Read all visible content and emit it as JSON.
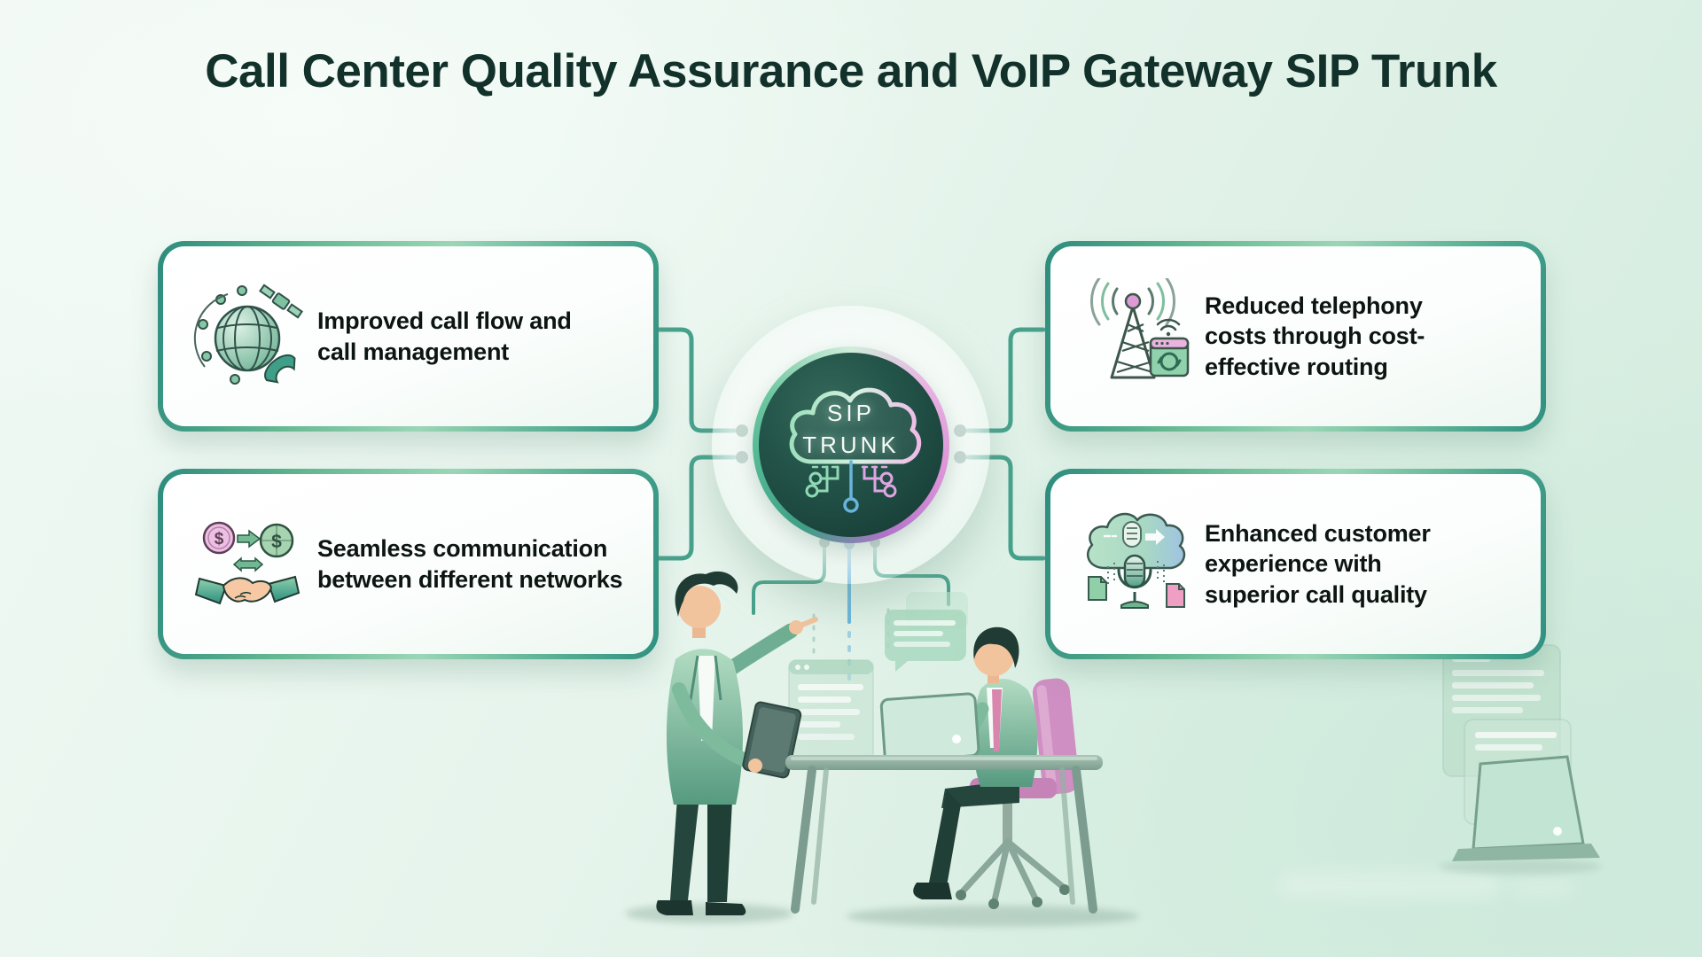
{
  "title": "Call Center Quality Assurance and VoIP Gateway SIP Trunk",
  "hub": {
    "line1": "SIP",
    "line2": "TRUNK"
  },
  "cards": [
    {
      "position": "top-left",
      "icon": "globe-satellite-phone-icon",
      "text": "Improved call flow and\ncall management"
    },
    {
      "position": "bottom-left",
      "icon": "currency-exchange-handshake-icon",
      "text": "Seamless communication\nbetween different networks"
    },
    {
      "position": "top-right",
      "icon": "signal-tower-router-icon",
      "text": "Reduced telephony\ncosts through cost-\neffective routing"
    },
    {
      "position": "bottom-right",
      "icon": "cloud-microphone-files-icon",
      "text": "Enhanced customer\nexperience with\nsuperior call quality"
    }
  ],
  "colors": {
    "background_light": "#f0f9f4",
    "background_deep": "#d2ebdd",
    "card_border_teal": "#2c8c7d",
    "card_border_green": "#9ad6b6",
    "connector": "#46a18b",
    "hub_fill_dark": "#1c473e",
    "hub_ring_green": "#5ec09a",
    "hub_ring_pink": "#d98fd6",
    "title_color": "#13312b",
    "card_text_color": "#0c1512"
  }
}
